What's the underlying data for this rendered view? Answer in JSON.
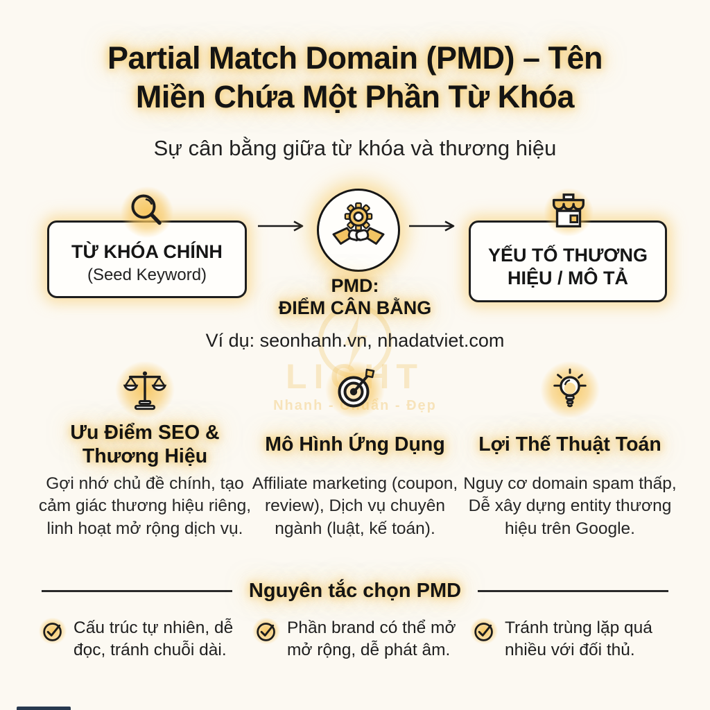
{
  "header": {
    "title_lines": [
      "Partial Match Domain (PMD) – Tên",
      "Miền Chứa Một Phần Từ Khóa"
    ],
    "subtitle": "Sự cân bằng giữa từ khóa và thương hiệu"
  },
  "flow": {
    "left_box": {
      "title": "TỪ KHÓA CHÍNH",
      "subtitle": "(Seed Keyword)",
      "icon": "magnifier-icon"
    },
    "center": {
      "label_line1": "PMD:",
      "label_line2": "ĐIỂM CÂN BẰNG",
      "icon": "gear-handshake-icon"
    },
    "right_box": {
      "title": "YẾU TỐ THƯƠNG HIỆU / MÔ TẢ",
      "icon": "storefront-icon"
    },
    "example": "Ví dụ: seonhanh.vn, nhadatviet.com"
  },
  "columns": [
    {
      "icon": "balance-scale-icon",
      "title": "Ưu Điểm SEO & Thương Hiệu",
      "body": "Gợi nhớ chủ đề chính, tạo cảm giác thương hiệu riêng, linh hoạt mở rộng dịch vụ."
    },
    {
      "icon": "dart-target-icon",
      "title": "Mô Hình Ứng Dụng",
      "body": "Affiliate marketing (coupon, review), Dịch vụ chuyên ngành (luật, kế toán)."
    },
    {
      "icon": "lightbulb-icon",
      "title": "Lợi Thế Thuật Toán",
      "body": "Nguy cơ domain spam thấp, Dễ xây dựng entity thương hiệu trên Google."
    }
  ],
  "principles": {
    "heading": "Nguyên tắc chọn PMD",
    "items": [
      "Cấu trúc tự nhiên, dễ đọc, tránh chuỗi dài.",
      "Phần brand có thể mở mở rộng, dễ phát âm.",
      "Tránh trùng lặp quá nhiều với đối thủ."
    ]
  },
  "watermark": {
    "brand": "LIGHT",
    "tagline": "Nhanh - Chuẩn - Đẹp"
  },
  "colors": {
    "background": "#FCF9F2",
    "accent_gold": "#F2C463",
    "glow": "#F7C964",
    "text": "#141414"
  }
}
